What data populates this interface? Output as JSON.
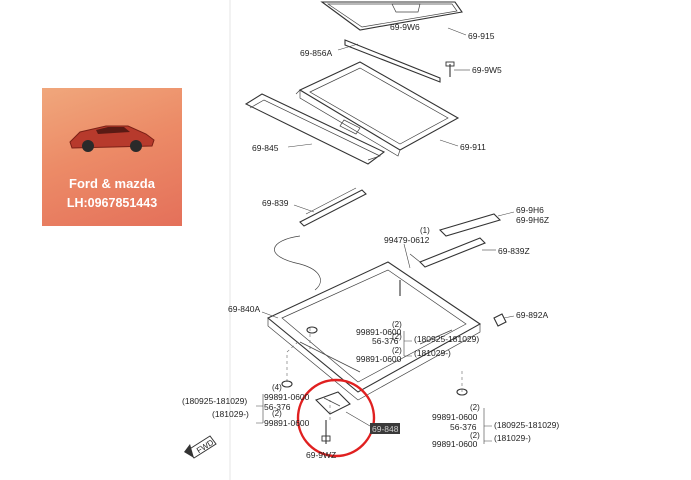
{
  "brand": {
    "line1": "Ford & mazda",
    "line2": "LH:0967851443",
    "icon": "sports-car-icon"
  },
  "labels": {
    "p9w6": "69-9W6",
    "p915": "69-915",
    "p856a": "69-856A",
    "p9w5": "69-9W5",
    "p845": "69-845",
    "p911": "69-911",
    "p839": "69-839",
    "p9h6": "69-9H6",
    "p9h6z": "69-9H6Z",
    "qty1": "(1)",
    "p99479": "99479-0612",
    "p839z": "69-839Z",
    "p840a": "69-840A",
    "p892a": "69-892A",
    "r_q2a": "(2)",
    "r_99891a": "99891-0600",
    "r_q2b": "(2)",
    "r_56376": "56-376",
    "r_date1": "(180925-181029)",
    "r_q2c": "(2)",
    "r_date2": "(181029-)",
    "r_99891b": "99891-0600",
    "l_q4": "(4)",
    "l_date1": "(180925-181029)",
    "l_99891a": "99891-0600",
    "l_56376": "56-376",
    "l_q2": "(2)",
    "l_date2": "(181029-)",
    "l_99891b": "99891-0600",
    "b_q2a": "(2)",
    "b_99891a": "99891-0600",
    "b_56376": "56-376",
    "b_date1": "(180925-181029)",
    "b_q2b": "(2)",
    "b_date2": "(181029-)",
    "b_99891b": "99891-0600",
    "p9wz": "69-9WZ",
    "fwd": "FWD",
    "highlight": "69-848"
  }
}
